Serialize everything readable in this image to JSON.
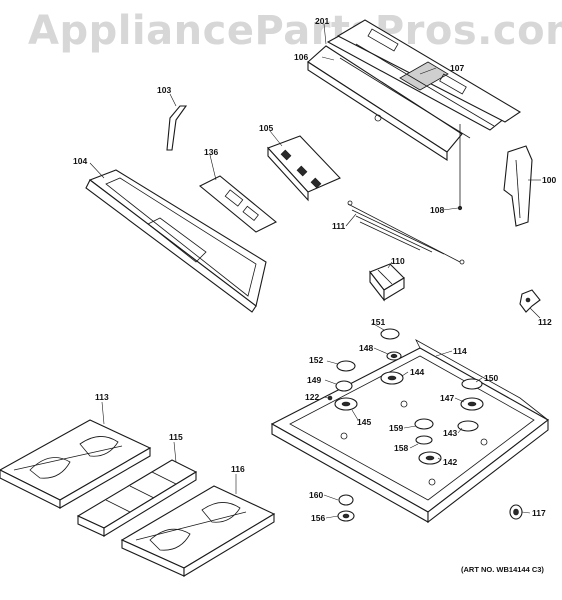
{
  "watermark": "AppliancePartsPros.com",
  "art_number": "(ART NO. WB14144 C3)",
  "callouts": {
    "c201": "201",
    "c106": "106",
    "c107": "107",
    "c103": "103",
    "c105": "105",
    "c136": "136",
    "c104": "104",
    "c100": "100",
    "c108": "108",
    "c111": "111",
    "c110": "110",
    "c112": "112",
    "c151": "151",
    "c148": "148",
    "c114": "114",
    "c152": "152",
    "c144": "144",
    "c149": "149",
    "c150": "150",
    "c122": "122",
    "c147": "147",
    "c145": "145",
    "c159": "159",
    "c143": "143",
    "c158": "158",
    "c142": "142",
    "c113": "113",
    "c115": "115",
    "c116": "116",
    "c160": "160",
    "c156": "156",
    "c117": "117"
  }
}
